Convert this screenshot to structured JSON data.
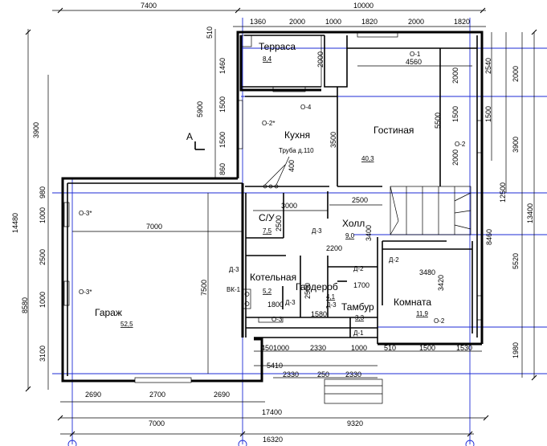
{
  "rooms": {
    "terrace": {
      "name": "Терраса",
      "area": "8,4"
    },
    "kitchen": {
      "name": "Кухня"
    },
    "living": {
      "name": "Гостиная",
      "area": "40,3"
    },
    "wc": {
      "name": "С/У",
      "area": "7,5"
    },
    "hall": {
      "name": "Холл",
      "area": "9,0"
    },
    "boiler": {
      "name": "Котельная",
      "area": "5,2"
    },
    "wardrobe": {
      "name": "Гардероб",
      "area": "4,1"
    },
    "vestibule": {
      "name": "Тамбур",
      "area": "3,3"
    },
    "room": {
      "name": "Комната",
      "area": "11,9"
    },
    "garage": {
      "name": "Гараж",
      "area": "52,5"
    }
  },
  "labels": {
    "pipe": "Труба д.110",
    "section": "А",
    "boiler_equipment": "ВК-1"
  },
  "marks": {
    "o1": "О-1",
    "o2": "О-2",
    "o2s": "О-2*",
    "o3": "О-3",
    "o3s": "О-3*",
    "o4": "О-4",
    "d1": "Д-1",
    "d2": "Д-2",
    "d3": "Д-3"
  },
  "dims": {
    "top_overall_left": "7400",
    "top_overall_right": "10000",
    "top_detail": [
      "1360",
      "2000",
      "1000",
      "1820",
      "2000",
      "1820"
    ],
    "terrace_x": "4560",
    "interior_3000": "3000",
    "interior_2500": "2500",
    "interior_2200": "2200",
    "interior_1700": "1700",
    "interior_1800": "1800",
    "interior_1580": "1580",
    "interior_3480": "3480",
    "garage_width": "7000",
    "left_total": "14480",
    "left_3900": "3900",
    "left_8580": "8580",
    "left_980": "980",
    "left_1000a": "1000",
    "left_2500": "2500",
    "left_1000b": "1000",
    "left_3100": "3100",
    "terrace_v": [
      "510",
      "1460",
      "5900",
      "1500",
      "1500",
      "860"
    ],
    "terrace_h2000": "2000",
    "kitchen_3500": "3500",
    "kitchen_400": "400",
    "living_5500": "5500",
    "living_2000a": "2000",
    "living_1500": "1500",
    "living_2000b": "2000",
    "right_2540": "2540",
    "right_2000": "2000",
    "right_1500": "1500",
    "right_3900": "3900",
    "right_12500": "12500",
    "right_13400": "13400",
    "right_8460": "8460",
    "right_5520": "5520",
    "right_1980": "1980",
    "garage_v": "7500",
    "wc_v": "2500",
    "hall_v": "3400",
    "wardrobe_v": "2500",
    "room_v": "3420",
    "bottom_detail": [
      "450",
      "1000",
      "2330",
      "1000",
      "510",
      "1500",
      "1530"
    ],
    "bottom_5410": "5410",
    "porch_dims": [
      "2330",
      "250",
      "2330"
    ],
    "garage_bottom": [
      "2690",
      "2700",
      "2690"
    ],
    "bottom_17400": "17400",
    "bottom_7000": "7000",
    "bottom_9320": "9320",
    "bottom_16320": "16320"
  }
}
